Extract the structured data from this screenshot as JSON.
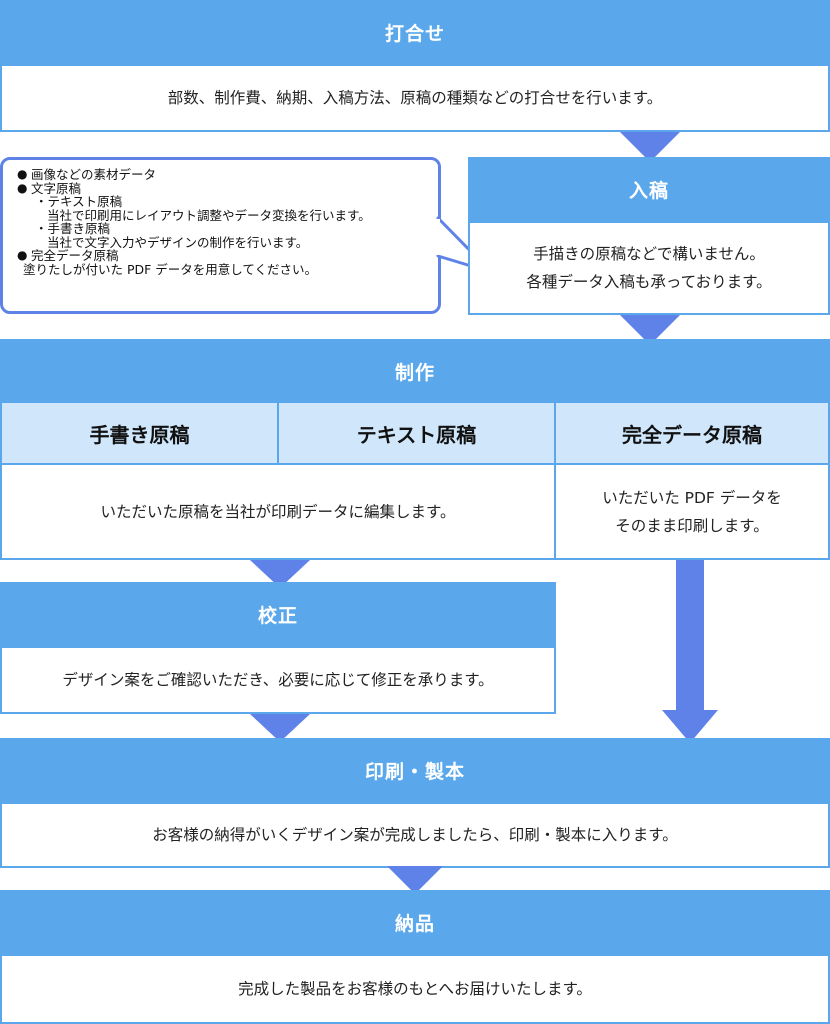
{
  "colors": {
    "header": "#5aa8eb",
    "sub_header": "#d0e7fb",
    "arrow_light": "#5aa8eb",
    "arrow_dark": "#5e82e8",
    "callout_border": "#5e82e8"
  },
  "steps": {
    "meeting": {
      "title": "打合せ",
      "text": "部数、制作費、納期、入稿方法、原稿の種類などの打合せを行います。"
    },
    "submission": {
      "title": "入稿",
      "text": "手描きの原稿などで構いません。\n各種データ入稿も承っております。"
    },
    "production": {
      "title": "制作",
      "columns": [
        "手書き原稿",
        "テキスト原稿",
        "完全データ原稿"
      ],
      "edit_text": "いただいた原稿を当社が印刷データに編集します。",
      "print_text": "いただいた PDF データを\nそのまま印刷します。"
    },
    "proofreading": {
      "title": "校正",
      "text": "デザイン案をご確認いただき、必要に応じて修正を承ります。"
    },
    "printing": {
      "title": "印刷・製本",
      "text": "お客様の納得がいくデザイン案が完成しましたら、印刷・製本に入ります。"
    },
    "delivery": {
      "title": "納品",
      "text": "完成した製品をお客様のもとへお届けいたします。"
    }
  },
  "callout": {
    "item1": "画像などの素材データ",
    "item2": "文字原稿",
    "item2_sub1": "・テキスト原稿",
    "item2_sub1_desc": "当社で印刷用にレイアウト調整やデータ変換を行います。",
    "item2_sub2": "・手書き原稿",
    "item2_sub2_desc": "当社で文字入力やデザインの制作を行います。",
    "item3": "完全データ原稿",
    "item3_desc": "塗りたしが付いた PDF データを用意してください。",
    "bullet": "●"
  }
}
